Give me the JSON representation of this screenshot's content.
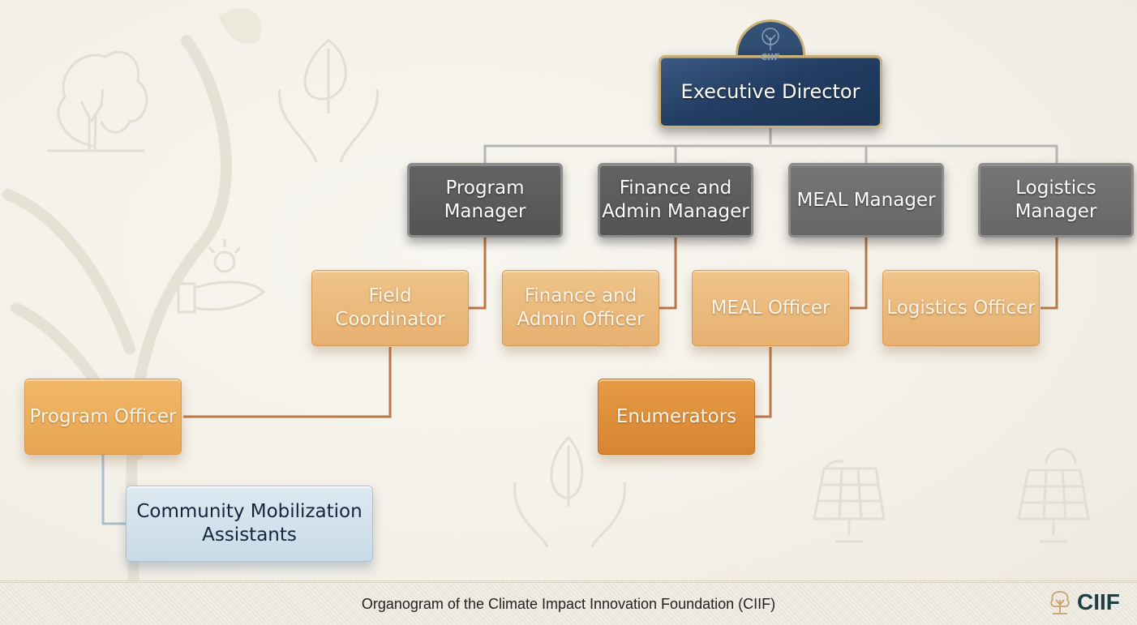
{
  "colors": {
    "executive": "#233e63",
    "executive_border": "#c9b07a",
    "manager": "#5a5a5a",
    "officer": "#e8b478",
    "enumerators": "#dc8a36",
    "assistants": "#d3e2ec",
    "connector_silver": "#b9b9b9",
    "connector_copper": "#b87a4b",
    "brand": "#1d3e44"
  },
  "executive": {
    "logo_text": "CIIF",
    "title": "Executive Director"
  },
  "managers": [
    {
      "id": "program-manager",
      "label": "Program\nManager"
    },
    {
      "id": "finance-admin-manager",
      "label": "Finance and\nAdmin Manager"
    },
    {
      "id": "meal-manager",
      "label": "MEAL Manager"
    },
    {
      "id": "logistics-manager",
      "label": "Logistics\nManager"
    }
  ],
  "officers": [
    {
      "id": "field-coordinator",
      "label": "Field\nCoordinator",
      "reports_to": "Program Manager"
    },
    {
      "id": "finance-admin-officer",
      "label": "Finance and\nAdmin Officer",
      "reports_to": "Finance and Admin Manager"
    },
    {
      "id": "meal-officer",
      "label": "MEAL Officer",
      "reports_to": "MEAL Manager"
    },
    {
      "id": "logistics-officer",
      "label": "Logistics Officer",
      "reports_to": "Logistics Manager"
    }
  ],
  "program_officer": {
    "label": "Program Officer",
    "reports_to": "Field Coordinator"
  },
  "enumerators": {
    "label": "Enumerators",
    "reports_to": "MEAL Officer"
  },
  "community_assistants": {
    "label": "Community Mobilization\nAssistants",
    "reports_to": "Program Officer"
  },
  "footer": {
    "caption": "Organogram of the Climate Impact Innovation Foundation (CIIF)",
    "brand": "CIIF"
  },
  "background_icons": [
    "tree-icon",
    "hands-leaf-icon",
    "hand-lightbulb-icon",
    "hands-leaf-icon",
    "solar-panel-sun-icon",
    "solar-panel-sun-icon"
  ]
}
